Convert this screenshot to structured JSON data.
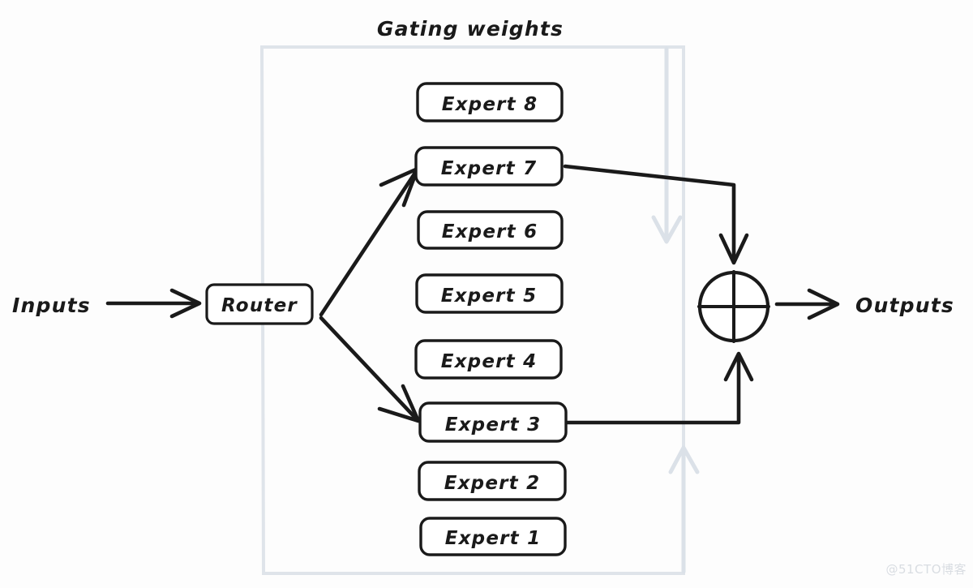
{
  "diagram": {
    "title": "Gating weights",
    "input_label": "Inputs",
    "output_label": "Outputs",
    "router_label": "Router",
    "sum_node_symbol": "⊕",
    "watermark": "@51CTO博客",
    "experts": [
      {
        "label": "Expert 8",
        "selected": false
      },
      {
        "label": "Expert 7",
        "selected": true
      },
      {
        "label": "Expert 6",
        "selected": false
      },
      {
        "label": "Expert 5",
        "selected": false
      },
      {
        "label": "Expert 4",
        "selected": false
      },
      {
        "label": "Expert 3",
        "selected": true
      },
      {
        "label": "Expert 2",
        "selected": false
      },
      {
        "label": "Expert 1",
        "selected": false
      }
    ],
    "colors": {
      "ink": "#1a1a1a",
      "gating": "#dbe1e8",
      "background": "#fdfdfd",
      "watermark": "#d9dde2"
    }
  }
}
